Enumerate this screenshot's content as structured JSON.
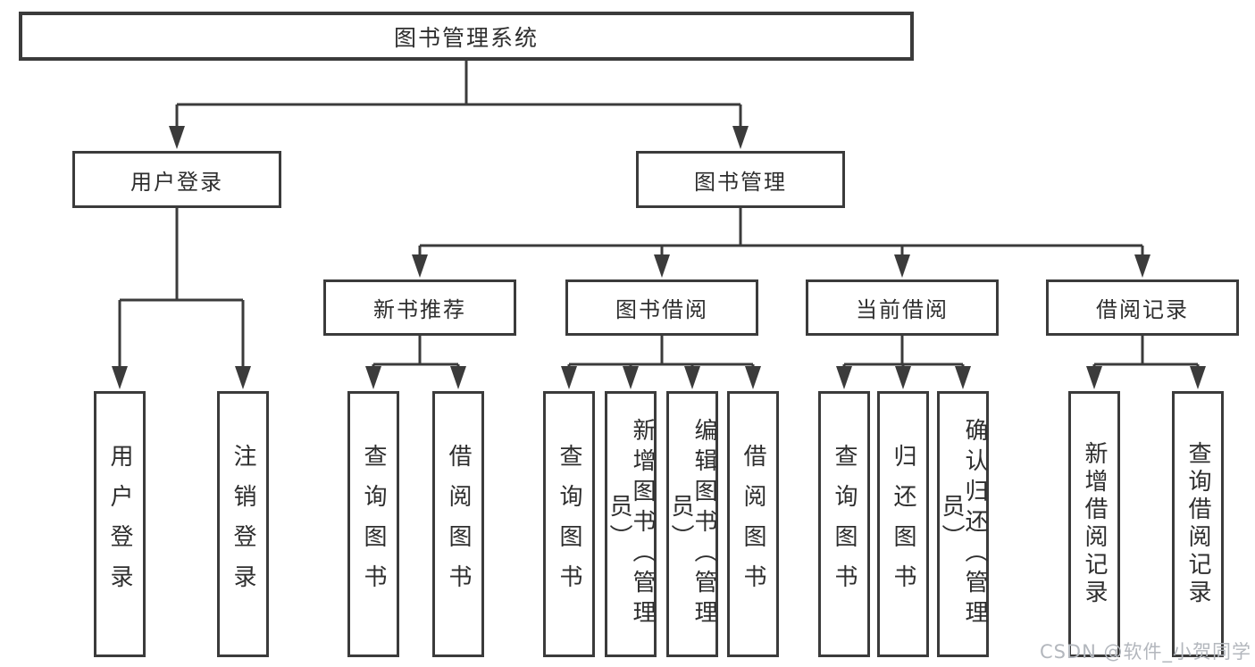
{
  "diagram_title": "图书管理系统",
  "watermark": "CSDN @软件_小贺同学",
  "colors": {
    "line": "#3b3b3b",
    "box_border": "#3b3b3b",
    "text": "#2e2e2e",
    "background": "#ffffff",
    "watermark": "#b3b7bd"
  },
  "tree": {
    "root": "图书管理系统",
    "children": [
      {
        "label": "用户登录",
        "children": [
          {
            "label": "用户登录"
          },
          {
            "label": "注销登录"
          }
        ]
      },
      {
        "label": "图书管理",
        "children": [
          {
            "label": "新书推荐",
            "children": [
              {
                "label": "查询图书"
              },
              {
                "label": "借阅图书"
              }
            ]
          },
          {
            "label": "图书借阅",
            "children": [
              {
                "label": "查询图书"
              },
              {
                "label": "新增图书（管理员）"
              },
              {
                "label": "编辑图书（管理员）"
              },
              {
                "label": "借阅图书"
              }
            ]
          },
          {
            "label": "当前借阅",
            "children": [
              {
                "label": "查询图书"
              },
              {
                "label": "归还图书"
              },
              {
                "label": "确认归还（管理员）"
              }
            ]
          },
          {
            "label": "借阅记录",
            "children": [
              {
                "label": "新增借阅记录"
              },
              {
                "label": "查询借阅记录"
              }
            ]
          }
        ]
      }
    ]
  }
}
